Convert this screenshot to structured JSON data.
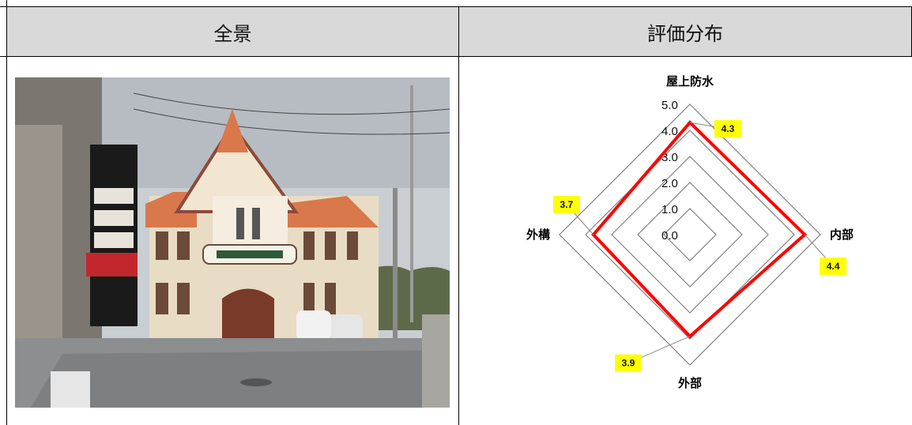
{
  "table": {
    "headers": [
      "全景",
      "評価分布"
    ]
  },
  "colors": {
    "header_bg": "#d9d9d9",
    "series": "#ff0000",
    "label_bg": "#ffff00",
    "grid": "#808080"
  },
  "chart_data": {
    "type": "radar",
    "axes": [
      "屋上防水",
      "内部",
      "外部",
      "外構"
    ],
    "ticks": [
      "0.0",
      "1.0",
      "2.0",
      "3.0",
      "4.0",
      "5.0"
    ],
    "range": [
      0,
      5
    ],
    "series": [
      {
        "values": [
          4.3,
          4.4,
          3.9,
          3.7
        ]
      }
    ],
    "data_labels": [
      "4.3",
      "4.4",
      "3.9",
      "3.7"
    ]
  }
}
